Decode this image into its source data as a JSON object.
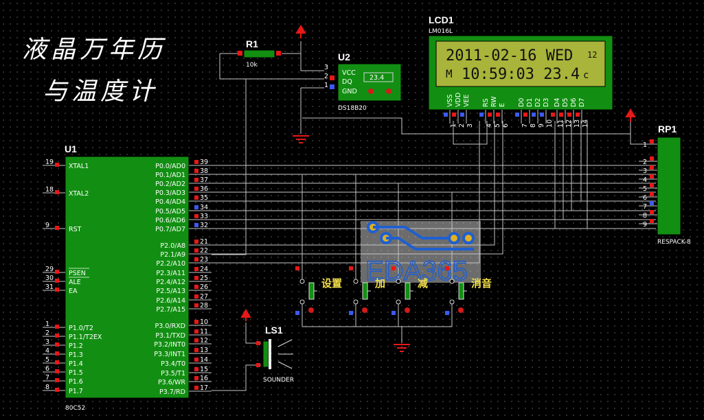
{
  "title": {
    "line1": "液晶万年历",
    "line2": "与温度计"
  },
  "r1": {
    "ref": "R1",
    "value": "10k"
  },
  "u2": {
    "ref": "U2",
    "part": "DS18B20",
    "reading": "23.4",
    "pins": [
      {
        "num": "3",
        "name": "VCC"
      },
      {
        "num": "2",
        "name": "DQ"
      },
      {
        "num": "1",
        "name": "GND"
      }
    ]
  },
  "lcd": {
    "ref": "LCD1",
    "part": "LM016L",
    "line1": "2011-02-16 WED",
    "line2": "10:59:03 23.4",
    "line1_right": "12",
    "line2_left": "M",
    "line2_unit": "c",
    "pins": [
      {
        "num": "1",
        "name": "VSS"
      },
      {
        "num": "2",
        "name": "VDD"
      },
      {
        "num": "3",
        "name": "VEE"
      },
      {
        "num": "4",
        "name": "RS"
      },
      {
        "num": "5",
        "name": "RW"
      },
      {
        "num": "6",
        "name": "E"
      },
      {
        "num": "7",
        "name": "D0"
      },
      {
        "num": "8",
        "name": "D1"
      },
      {
        "num": "9",
        "name": "D2"
      },
      {
        "num": "10",
        "name": "D3"
      },
      {
        "num": "11",
        "name": "D4"
      },
      {
        "num": "12",
        "name": "D5"
      },
      {
        "num": "13",
        "name": "D6"
      },
      {
        "num": "14",
        "name": "D7"
      }
    ]
  },
  "rp1": {
    "ref": "RP1",
    "part": "RESPACK-8",
    "pins": [
      "1",
      "2",
      "3",
      "4",
      "5",
      "6",
      "7",
      "8",
      "9"
    ]
  },
  "u1": {
    "ref": "U1",
    "part": "80C52",
    "left": [
      {
        "num": "19",
        "name": "XTAL1"
      },
      {
        "num": "18",
        "name": "XTAL2"
      },
      {
        "num": "9",
        "name": "RST"
      },
      {
        "num": "29",
        "name": "PSEN"
      },
      {
        "num": "30",
        "name": "ALE"
      },
      {
        "num": "31",
        "name": "EA"
      },
      {
        "num": "1",
        "name": "P1.0/T2"
      },
      {
        "num": "2",
        "name": "P1.1/T2EX"
      },
      {
        "num": "3",
        "name": "P1.2"
      },
      {
        "num": "4",
        "name": "P1.3"
      },
      {
        "num": "5",
        "name": "P1.4"
      },
      {
        "num": "6",
        "name": "P1.5"
      },
      {
        "num": "7",
        "name": "P1.6"
      },
      {
        "num": "8",
        "name": "P1.7"
      }
    ],
    "right": [
      {
        "num": "39",
        "name": "P0.0/AD0"
      },
      {
        "num": "38",
        "name": "P0.1/AD1"
      },
      {
        "num": "37",
        "name": "P0.2/AD2"
      },
      {
        "num": "36",
        "name": "P0.3/AD3"
      },
      {
        "num": "35",
        "name": "P0.4/AD4"
      },
      {
        "num": "34",
        "name": "P0.5/AD5"
      },
      {
        "num": "33",
        "name": "P0.6/AD6"
      },
      {
        "num": "32",
        "name": "P0.7/AD7"
      },
      {
        "num": "21",
        "name": "P2.0/A8"
      },
      {
        "num": "22",
        "name": "P2.1/A9"
      },
      {
        "num": "23",
        "name": "P2.2/A10"
      },
      {
        "num": "24",
        "name": "P2.3/A11"
      },
      {
        "num": "25",
        "name": "P2.4/A12"
      },
      {
        "num": "26",
        "name": "P2.5/A13"
      },
      {
        "num": "27",
        "name": "P2.6/A14"
      },
      {
        "num": "28",
        "name": "P2.7/A15"
      },
      {
        "num": "10",
        "name": "P3.0/RXD"
      },
      {
        "num": "11",
        "name": "P3.1/TXD"
      },
      {
        "num": "12",
        "name": "P3.2/INT0"
      },
      {
        "num": "13",
        "name": "P3.3/INT1"
      },
      {
        "num": "14",
        "name": "P3.4/T0"
      },
      {
        "num": "15",
        "name": "P3.5/T1"
      },
      {
        "num": "16",
        "name": "P3.6/WR"
      },
      {
        "num": "17",
        "name": "P3.7/RD"
      }
    ]
  },
  "buttons": [
    {
      "label": "设置"
    },
    {
      "label": "加"
    },
    {
      "label": "减"
    },
    {
      "label": "消音"
    }
  ],
  "ls1": {
    "ref": "LS1",
    "part": "SOUNDER"
  },
  "watermark": "EDA365",
  "colors": {
    "component_fill": "#128f12",
    "lcd_screen": "#a8b43a",
    "wire": "#c8c8c8",
    "label": "#ffffff",
    "button_label": "#f4e14a",
    "power": "#e81818"
  }
}
